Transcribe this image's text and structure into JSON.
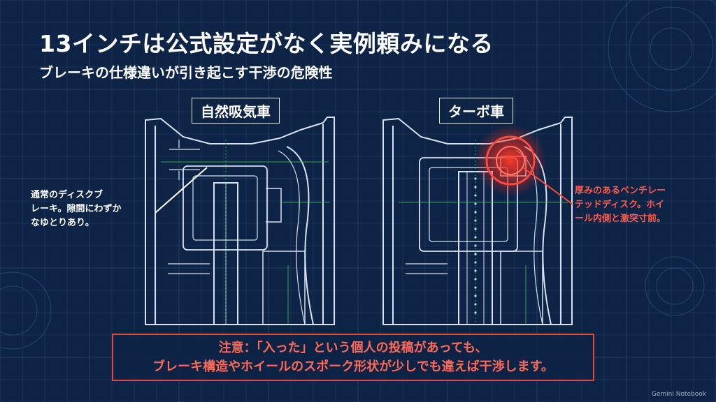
{
  "header": {
    "title": "13インチは公式設定がなく実例頼みになる",
    "subtitle": "ブレーキの仕様違いが引き起こす干渉の危険性"
  },
  "panels": [
    {
      "label": "自然吸気車",
      "callout": "通常のディスクブ\nレーキ。隙間にわずか\nなゆとりあり。"
    },
    {
      "label": "ターボ車",
      "callout": "厚みのあるベンチレー\nテッドディスク。ホイ\nール内側と激突寸前。"
    }
  ],
  "warning": {
    "line1": "注意：「入った」という個人の投稿があっても、",
    "line2": "ブレーキ構造やホイールのスポーク形状が少しでも違えば干渉します。"
  },
  "watermark": "Gemini Notebook",
  "colors": {
    "background": "#0d2446",
    "line": "#d8e2f0",
    "grid": "#2f4f7a",
    "green": "#3cc35a",
    "alert": "#e04a3a"
  }
}
